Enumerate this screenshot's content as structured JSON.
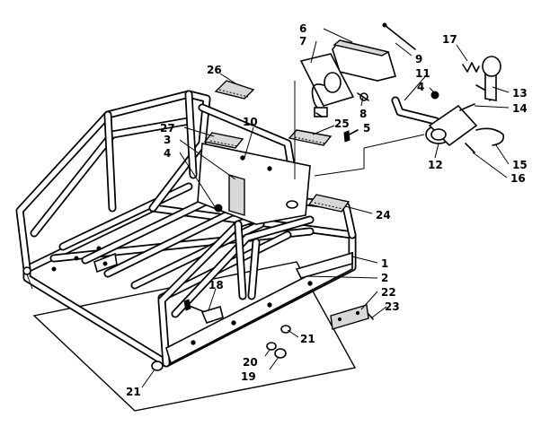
{
  "callouts": [
    {
      "id": "1",
      "text": "1"
    },
    {
      "id": "2",
      "text": "2"
    },
    {
      "id": "3",
      "text": "3"
    },
    {
      "id": "4a",
      "text": "4"
    },
    {
      "id": "4b",
      "text": "4"
    },
    {
      "id": "5",
      "text": "5"
    },
    {
      "id": "6",
      "text": "6"
    },
    {
      "id": "7",
      "text": "7"
    },
    {
      "id": "8",
      "text": "8"
    },
    {
      "id": "9",
      "text": "9"
    },
    {
      "id": "10",
      "text": "10"
    },
    {
      "id": "11",
      "text": "11"
    },
    {
      "id": "12",
      "text": "12"
    },
    {
      "id": "13",
      "text": "13"
    },
    {
      "id": "14",
      "text": "14"
    },
    {
      "id": "15",
      "text": "15"
    },
    {
      "id": "16",
      "text": "16"
    },
    {
      "id": "17",
      "text": "17"
    },
    {
      "id": "18",
      "text": "18"
    },
    {
      "id": "19",
      "text": "19"
    },
    {
      "id": "20",
      "text": "20"
    },
    {
      "id": "21a",
      "text": "21"
    },
    {
      "id": "21b",
      "text": "21"
    },
    {
      "id": "22",
      "text": "22"
    },
    {
      "id": "23",
      "text": "23"
    },
    {
      "id": "24",
      "text": "24"
    },
    {
      "id": "25",
      "text": "25"
    },
    {
      "id": "26",
      "text": "26"
    },
    {
      "id": "27",
      "text": "27"
    }
  ]
}
